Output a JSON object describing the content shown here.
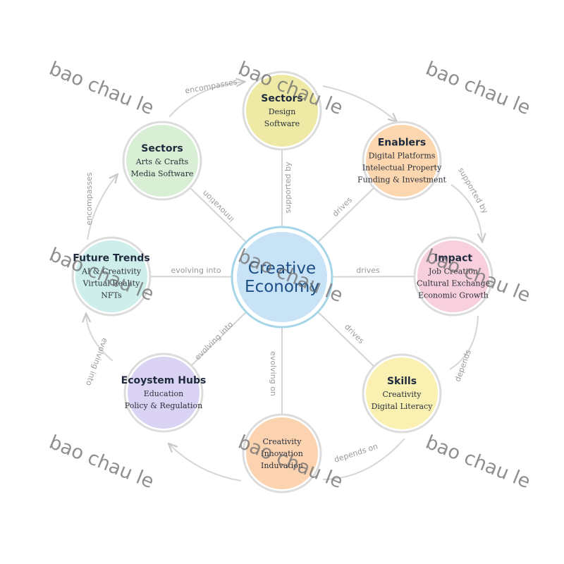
{
  "diagram": {
    "center": {
      "lines": [
        "Creative",
        "Economy"
      ]
    },
    "nodes": [
      {
        "id": "sectors-top",
        "title": "Sectors",
        "lines": [
          "Design",
          "Software"
        ],
        "fill": "#eeeaa6"
      },
      {
        "id": "enablers",
        "title": "Enablers",
        "lines": [
          "Digital Platforms",
          "Intelectual Property",
          "Funding & Investment"
        ],
        "fill": "#fbd6ae"
      },
      {
        "id": "impact",
        "title": "Impact",
        "lines": [
          "Job Creation",
          "Cultural Exchange",
          "Economic Growth"
        ],
        "fill": "#f8d0dd"
      },
      {
        "id": "skills",
        "title": "Skills",
        "lines": [
          "Creativity",
          "Digital Literacy"
        ],
        "fill": "#faf0b2"
      },
      {
        "id": "bottom",
        "title": "",
        "lines": [
          "Creativity",
          "Innovation",
          "Induvation"
        ],
        "fill": "#fbd3b0"
      },
      {
        "id": "ecosystem",
        "title": "Ecoystem Hubs",
        "lines": [
          "Education",
          "Policy & Regulation"
        ],
        "fill": "#dad3f3"
      },
      {
        "id": "future-trends",
        "title": "Future Trends",
        "lines": [
          "AI & Creativity",
          "Virtual Reality",
          "NFTs"
        ],
        "fill": "#cdeeea"
      },
      {
        "id": "sectors-left",
        "title": "Sectors",
        "lines": [
          "Arts & Crafts",
          "Media  Software"
        ],
        "fill": "#d8efd5"
      }
    ],
    "spoke_labels": {
      "sectors-top": "supported by",
      "enablers": "drives",
      "impact": "drives",
      "skills": "drives",
      "bottom": "evolving on",
      "ecosystem": "evolving into",
      "future-trends": "evolving into",
      "sectors-left": "innovation"
    },
    "ring_labels": [
      "encompasses",
      "supported by",
      "depends",
      "depends on",
      "evolving into",
      "encompasses"
    ],
    "watermark": "bao chau le",
    "colors": {
      "center_fill": "#c8e3f6",
      "center_ring": "#9fd0e6",
      "node_ring": "#dcdcdc",
      "connector": "#d4d4d4"
    }
  }
}
